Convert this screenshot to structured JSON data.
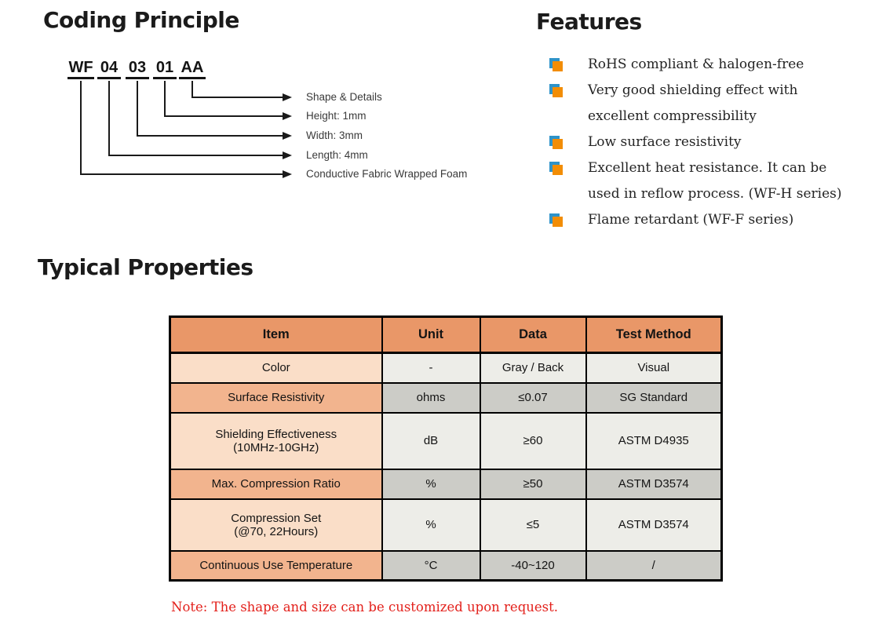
{
  "theme": {
    "table-header-bg": "#E99768",
    "row-peach-light": "#FADEC8",
    "row-peach-dark": "#F2B48E",
    "row-gray-light": "#EDEDE8",
    "row-gray-dark": "#CCCCC7",
    "bullet-orange": "#F28D05",
    "bullet-blue": "#2E93C9",
    "note-red": "#E3201B",
    "diagram-line": "#1A1A1A"
  },
  "coding_principle": {
    "title": "Coding Principle",
    "code_segments": [
      "WF",
      "04",
      "03",
      "01",
      "AA"
    ],
    "branch_labels": [
      "Shape & Details",
      "Height: 1mm",
      "Width: 3mm",
      "Length: 4mm",
      "Conductive Fabric Wrapped Foam"
    ]
  },
  "features": {
    "title": "Features",
    "items": [
      "RoHS compliant & halogen-free",
      "Very good shielding effect with\nexcellent compressibility",
      "Low surface resistivity",
      "Excellent heat resistance. It can be\nused in reflow process. (WF-H series)",
      "Flame retardant (WF-F series)"
    ]
  },
  "typical_properties": {
    "title": "Typical Properties",
    "table": {
      "headers": [
        "Item",
        "Unit",
        "Data",
        "Test Method"
      ],
      "rows": [
        {
          "item": "Color",
          "unit": "-",
          "data": "Gray / Back",
          "test_method": "Visual"
        },
        {
          "item": "Surface Resistivity",
          "unit": "ohms",
          "data": "≤0.07",
          "test_method": "SG Standard"
        },
        {
          "item": "Shielding Effectiveness\n(10MHz-10GHz)",
          "unit": "dB",
          "data": "≥60",
          "test_method": "ASTM D4935"
        },
        {
          "item": "Max. Compression Ratio",
          "unit": "%",
          "data": "≥50",
          "test_method": "ASTM D3574"
        },
        {
          "item": "Compression Set\n(@70, 22Hours)",
          "unit": "%",
          "data": "≤5",
          "test_method": "ASTM D3574"
        },
        {
          "item": "Continuous Use Temperature",
          "unit": "°C",
          "data": "-40~120",
          "test_method": "/"
        }
      ]
    },
    "note": "Note: The shape and size can be customized upon request."
  }
}
